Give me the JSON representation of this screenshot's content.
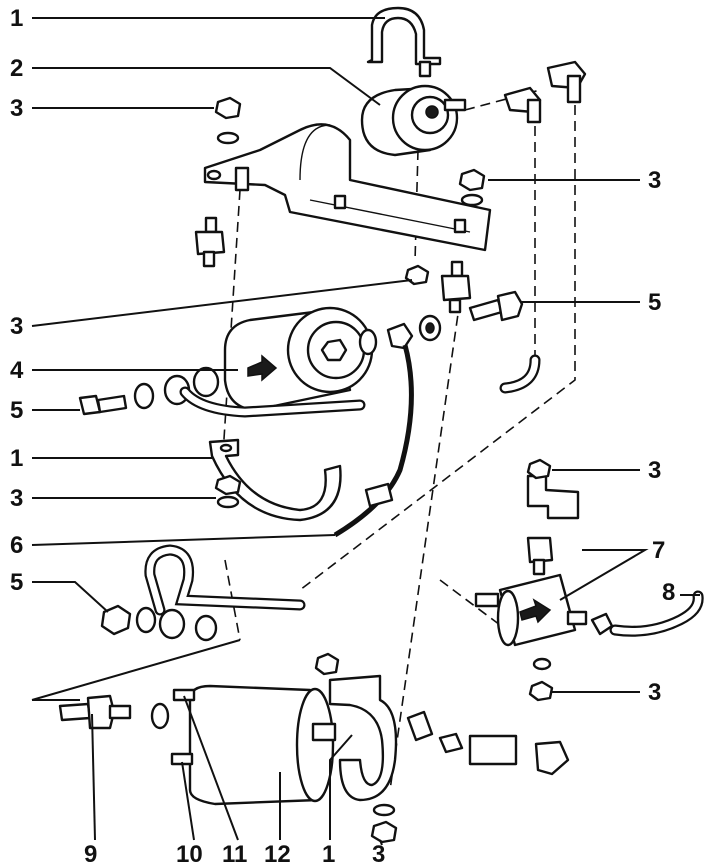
{
  "callouts": [
    {
      "id": "c1a",
      "label": "1"
    },
    {
      "id": "c2",
      "label": "2"
    },
    {
      "id": "c3a",
      "label": "3"
    },
    {
      "id": "c3b",
      "label": "3"
    },
    {
      "id": "c3c",
      "label": "3"
    },
    {
      "id": "c4",
      "label": "4"
    },
    {
      "id": "c5a",
      "label": "5"
    },
    {
      "id": "c5b",
      "label": "5"
    },
    {
      "id": "c1b",
      "label": "1"
    },
    {
      "id": "c3d",
      "label": "3"
    },
    {
      "id": "c6",
      "label": "6"
    },
    {
      "id": "c3e",
      "label": "3"
    },
    {
      "id": "c7",
      "label": "7"
    },
    {
      "id": "c8",
      "label": "8"
    },
    {
      "id": "c5c",
      "label": "5"
    },
    {
      "id": "c3f",
      "label": "3"
    },
    {
      "id": "c9",
      "label": "9"
    },
    {
      "id": "c10",
      "label": "10"
    },
    {
      "id": "c11",
      "label": "11"
    },
    {
      "id": "c12",
      "label": "12"
    },
    {
      "id": "c1c",
      "label": "1"
    },
    {
      "id": "c3g",
      "label": "3"
    }
  ],
  "colors": {
    "ink": "#111111",
    "paper": "#ffffff"
  }
}
